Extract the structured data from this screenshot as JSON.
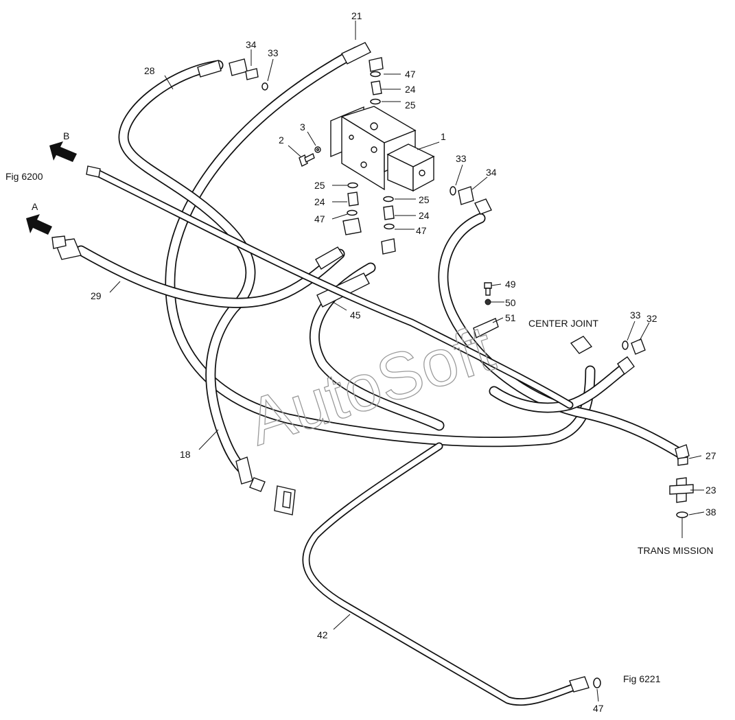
{
  "callouts": {
    "c1": "1",
    "c2": "2",
    "c3": "3",
    "c18": "18",
    "c21": "21",
    "c23": "23",
    "c24a": "24",
    "c24b": "24",
    "c24c": "24",
    "c25a": "25",
    "c25b": "25",
    "c25c": "25",
    "c27": "27",
    "c28": "28",
    "c29": "29",
    "c32": "32",
    "c33a": "33",
    "c33b": "33",
    "c33c": "33",
    "c34a": "34",
    "c34b": "34",
    "c38": "38",
    "c42": "42",
    "c45": "45",
    "c47a": "47",
    "c47b": "47",
    "c47c": "47",
    "c47d": "47",
    "c49": "49",
    "c50": "50",
    "c51": "51"
  },
  "notes": {
    "fig_6200": "Fig 6200",
    "fig_6221": "Fig 6221",
    "arrow_a": "A",
    "arrow_b": "B",
    "center_joint": "CENTER JOINT",
    "trans_mission": "TRANS MISSION"
  },
  "watermark": {
    "text": "AutoSoft",
    "color": "#9a9a9a"
  },
  "colors": {
    "line": "#111111",
    "background": "#ffffff"
  }
}
